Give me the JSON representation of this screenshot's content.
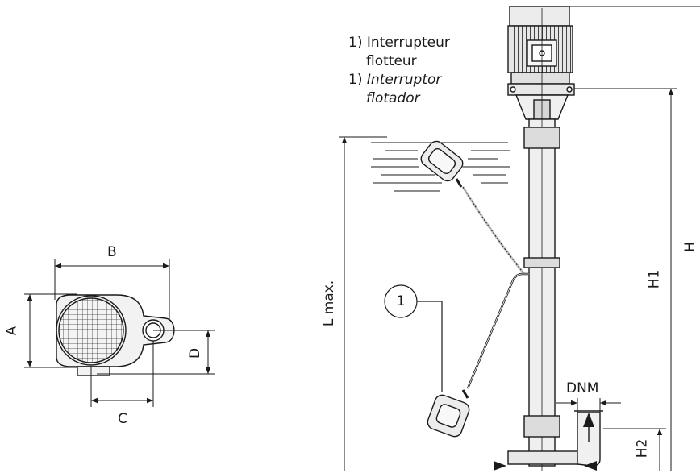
{
  "legend": {
    "fr_number": "1)",
    "fr_line1": "Interrupteur",
    "fr_line2": "flotteur",
    "es_number": "1)",
    "es_line1": "Interruptor",
    "es_line2": "flotador"
  },
  "callout": {
    "number": "1"
  },
  "dimensions": {
    "A": "A",
    "B": "B",
    "C": "C",
    "D": "D",
    "L": "L max.",
    "H": "H",
    "H1": "H1",
    "H2": "H2",
    "DNM": "DNM"
  },
  "colors": {
    "line": "#1a1a1a",
    "fill_light": "#efefef",
    "fill_mid": "#d9d9d9"
  }
}
